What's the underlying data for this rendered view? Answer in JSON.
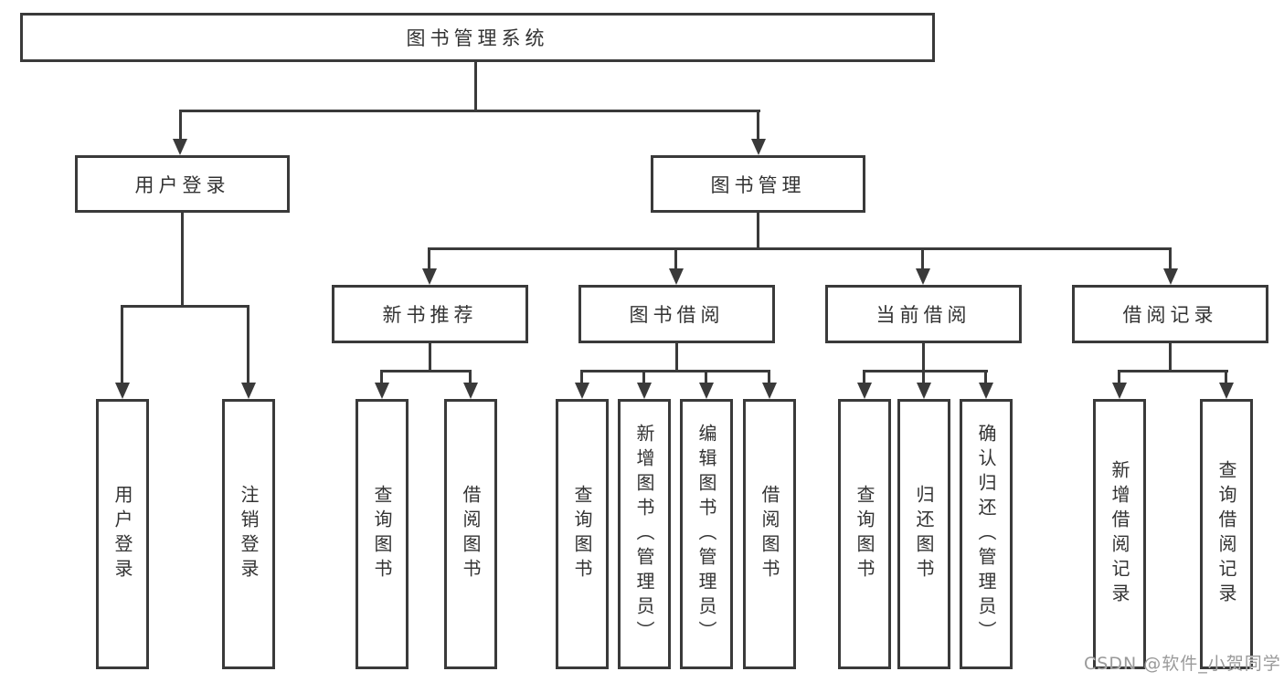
{
  "tree": {
    "label": "图书管理系统",
    "children": [
      {
        "label": "用户登录",
        "children": [
          {
            "label": "用户登录"
          },
          {
            "label": "注销登录"
          }
        ]
      },
      {
        "label": "图书管理",
        "children": [
          {
            "label": "新书推荐",
            "children": [
              {
                "label": "查询图书"
              },
              {
                "label": "借阅图书"
              }
            ]
          },
          {
            "label": "图书借阅",
            "children": [
              {
                "label": "查询图书"
              },
              {
                "label": "新增图书（管理员）"
              },
              {
                "label": "编辑图书（管理员）"
              },
              {
                "label": "借阅图书"
              }
            ]
          },
          {
            "label": "当前借阅",
            "children": [
              {
                "label": "查询图书"
              },
              {
                "label": "归还图书"
              },
              {
                "label": "确认归还（管理员）"
              }
            ]
          },
          {
            "label": "借阅记录",
            "children": [
              {
                "label": "新增借阅记录"
              },
              {
                "label": "查询借阅记录"
              }
            ]
          }
        ]
      }
    ]
  },
  "watermark": {
    "text": "CSDN @软件_小贺同学"
  },
  "colors": {
    "line": "#3a3a3a",
    "text": "#333333",
    "watermark": "#9a9a9a",
    "background": "#ffffff"
  }
}
